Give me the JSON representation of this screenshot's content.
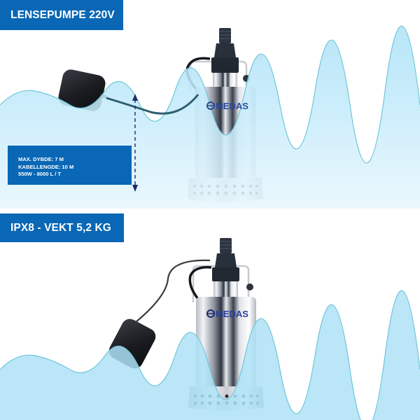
{
  "product": {
    "brand": "MEDAS",
    "brand_colors": {
      "dark": "#1c2a6b",
      "light": "#4a6ad6"
    }
  },
  "panels": [
    {
      "title": "LENSEPUMPE 220V",
      "specs": [
        "MAX. DYBDE: 7 M",
        "KABELLENGDE: 10 M",
        "550W - 8000 L / T"
      ],
      "depth_indicator": {
        "icon": "double-arrow-vertical-dashed"
      }
    },
    {
      "title": "IPX8 - VEKT 5,2 KG"
    }
  ],
  "colors": {
    "badge": "#0967b5",
    "water": "#b2e4f8",
    "water_deep": "#e3f5fd",
    "wave_line": "#6fc7d9",
    "arrow": "#1c2a6b"
  }
}
